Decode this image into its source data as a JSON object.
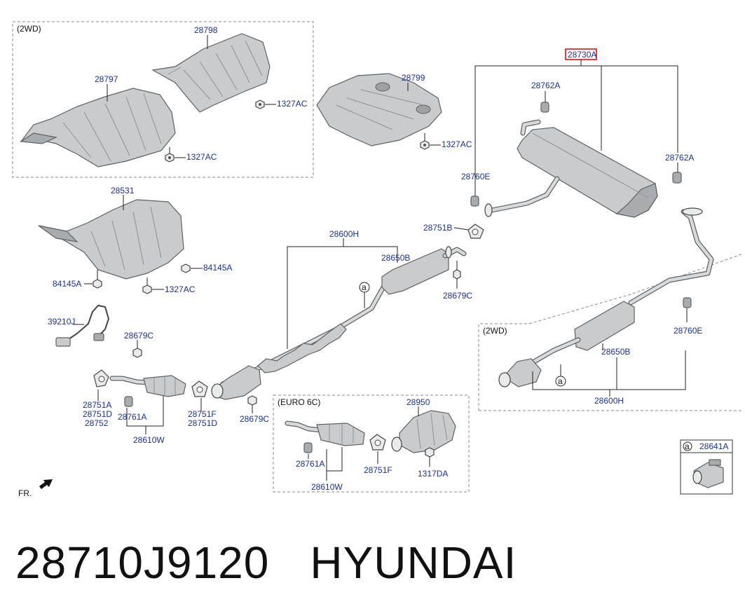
{
  "sections": {
    "tl_2wd": "(2WD)",
    "right_2wd": "(2WD)",
    "euro6c": "(EURO 6C)"
  },
  "labels": {
    "p28798": "28798",
    "p28797": "28797",
    "p1327ac_a": "1327AC",
    "p1327ac_b": "1327AC",
    "p28799": "28799",
    "p1327ac_c": "1327AC",
    "p28730a": "28730A",
    "p28762a_top": "28762A",
    "p28762a_right": "28762A",
    "p28760e_left": "28760E",
    "p28531": "28531",
    "p84145a_right": "84145A",
    "p84145a_left": "84145A",
    "p1327ac_d": "1327AC",
    "p28751b": "28751B",
    "p28600h_top": "28600H",
    "p28650b_top": "28650B",
    "p28679c_mid": "28679C",
    "p39210j": "39210J",
    "p28679c_left": "28679C",
    "p28751a_left": "28751A",
    "p28751d_left": "28751D",
    "p28752": "28752",
    "p28761a_left": "28761A",
    "p28610w_left": "28610W",
    "p28751f_left": "28751F",
    "p28751d_mid": "28751D",
    "p28679c_bottom": "28679C",
    "p28950": "28950",
    "p28761a_euro": "28761A",
    "p28751f_euro": "28751F",
    "p1317da": "1317DA",
    "p28610w_euro": "28610W",
    "p28760e_right": "28760E",
    "p28650b_right": "28650B",
    "p28600h_right": "28600H",
    "p28641a": "28641A",
    "callout_a": "a",
    "front": "FR."
  },
  "footer": {
    "part_number": "28710J9120",
    "brand": "HYUNDAI"
  },
  "colors": {
    "label": "#1a2fa0",
    "highlight_box": "#e00000",
    "part_fill": "#c9cbcc",
    "part_stroke": "#5e6163"
  }
}
